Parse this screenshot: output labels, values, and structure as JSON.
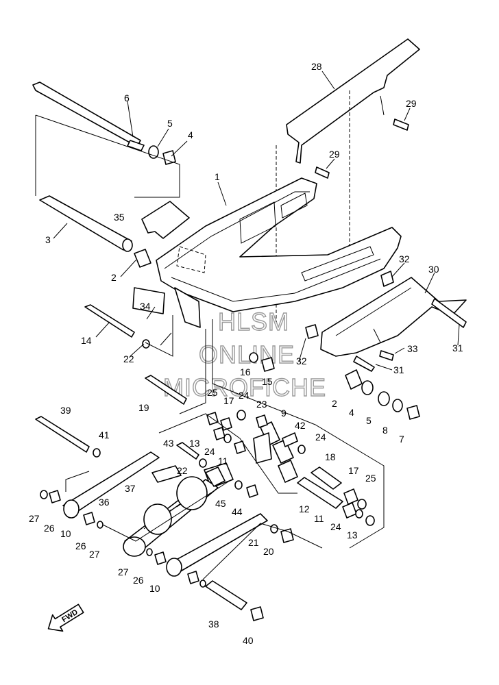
{
  "callouts": [
    "1",
    "2",
    "2",
    "3",
    "4",
    "4",
    "5",
    "5",
    "6",
    "7",
    "8",
    "9",
    "10",
    "10",
    "11",
    "11",
    "12",
    "13",
    "13",
    "14",
    "15",
    "16",
    "17",
    "17",
    "18",
    "19",
    "20",
    "21",
    "22",
    "22",
    "23",
    "24",
    "24",
    "24",
    "24",
    "25",
    "25",
    "26",
    "26",
    "26",
    "27",
    "27",
    "27",
    "28",
    "29",
    "29",
    "30",
    "31",
    "31",
    "32",
    "32",
    "33",
    "34",
    "35",
    "36",
    "37",
    "38",
    "39",
    "40",
    "41",
    "42",
    "43",
    "44",
    "45"
  ],
  "watermark": {
    "line1": "HLSM",
    "line2": "ONLINE",
    "line3": "MICROFICHE"
  },
  "fwd_label": "FWD"
}
